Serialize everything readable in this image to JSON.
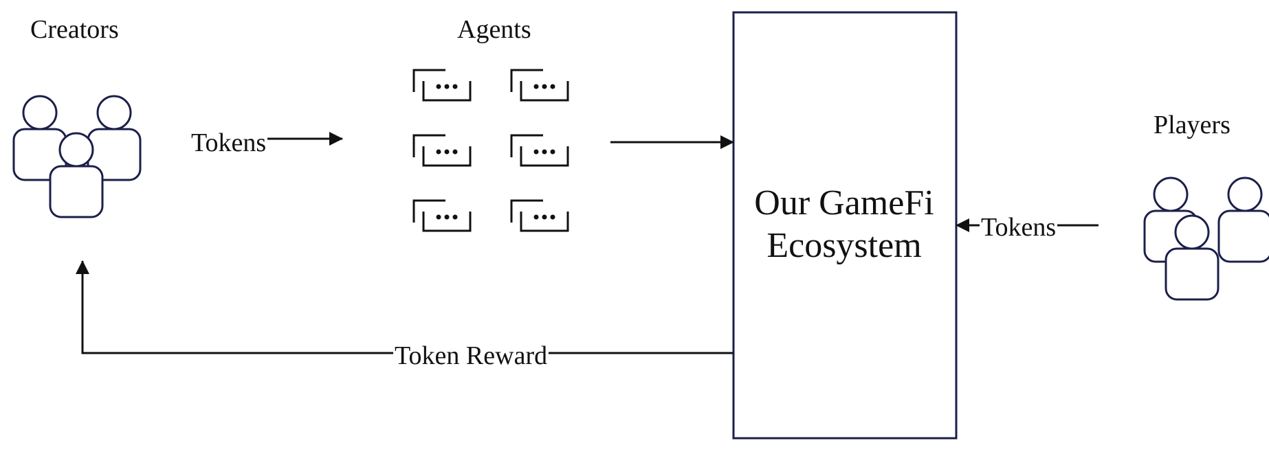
{
  "nodes": {
    "creators": {
      "label": "Creators",
      "icon": "people-group-icon"
    },
    "agents": {
      "label": "Agents",
      "icon": "agent-window-icon"
    },
    "ecosystem": {
      "line1": "Our GameFi",
      "line2": "Ecosystem"
    },
    "players": {
      "label": "Players",
      "icon": "people-group-icon"
    }
  },
  "edges": {
    "creators_to_agents": "Tokens",
    "players_to_ecosystem": "Tokens",
    "ecosystem_to_creators": "Token Reward"
  },
  "colors": {
    "icon_stroke": "#1b1f4a",
    "line": "#111111",
    "box_stroke": "#1b1f4a"
  }
}
